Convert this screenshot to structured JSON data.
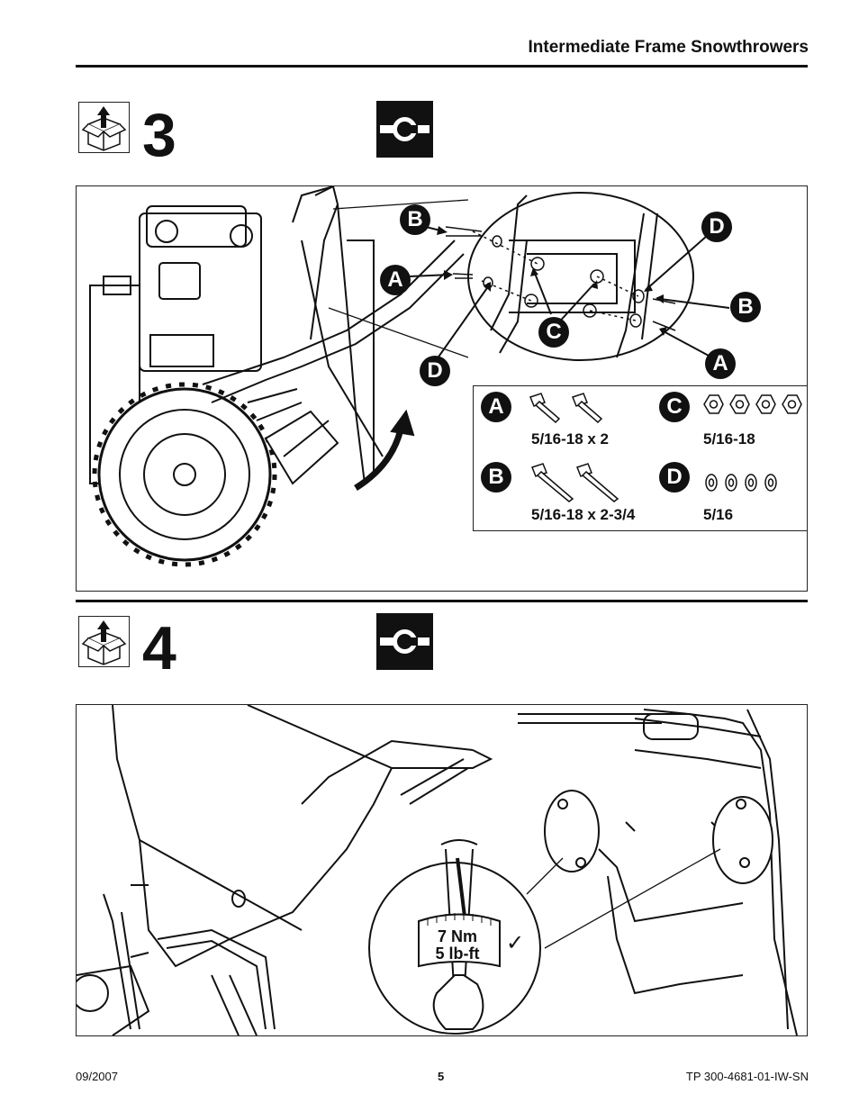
{
  "header": {
    "title": "Intermediate Frame Snowthrowers"
  },
  "steps": [
    {
      "number": "3",
      "callouts": {
        "B1": "B",
        "A1": "A",
        "D1": "D",
        "D2": "D",
        "B2": "B",
        "C1": "C",
        "A2": "A"
      },
      "hardware": [
        {
          "letter": "A",
          "spec": "5/16-18 x 2",
          "qty": 2
        },
        {
          "letter": "B",
          "spec": "5/16-18 x 2-3/4",
          "qty": 2
        },
        {
          "letter": "C",
          "spec": "5/16-18",
          "qty": 4
        },
        {
          "letter": "D",
          "spec": "5/16",
          "qty": 4
        }
      ]
    },
    {
      "number": "4",
      "torque": {
        "metric": "7 Nm",
        "imperial": "5 lb-ft"
      },
      "check_mark": "✓"
    }
  ],
  "footer": {
    "date": "09/2007",
    "page": "5",
    "doc_id": "TP 300-4681-01-IW-SN"
  },
  "icons": {
    "step": "box-unpack-icon",
    "tool": "wrench-icon"
  }
}
